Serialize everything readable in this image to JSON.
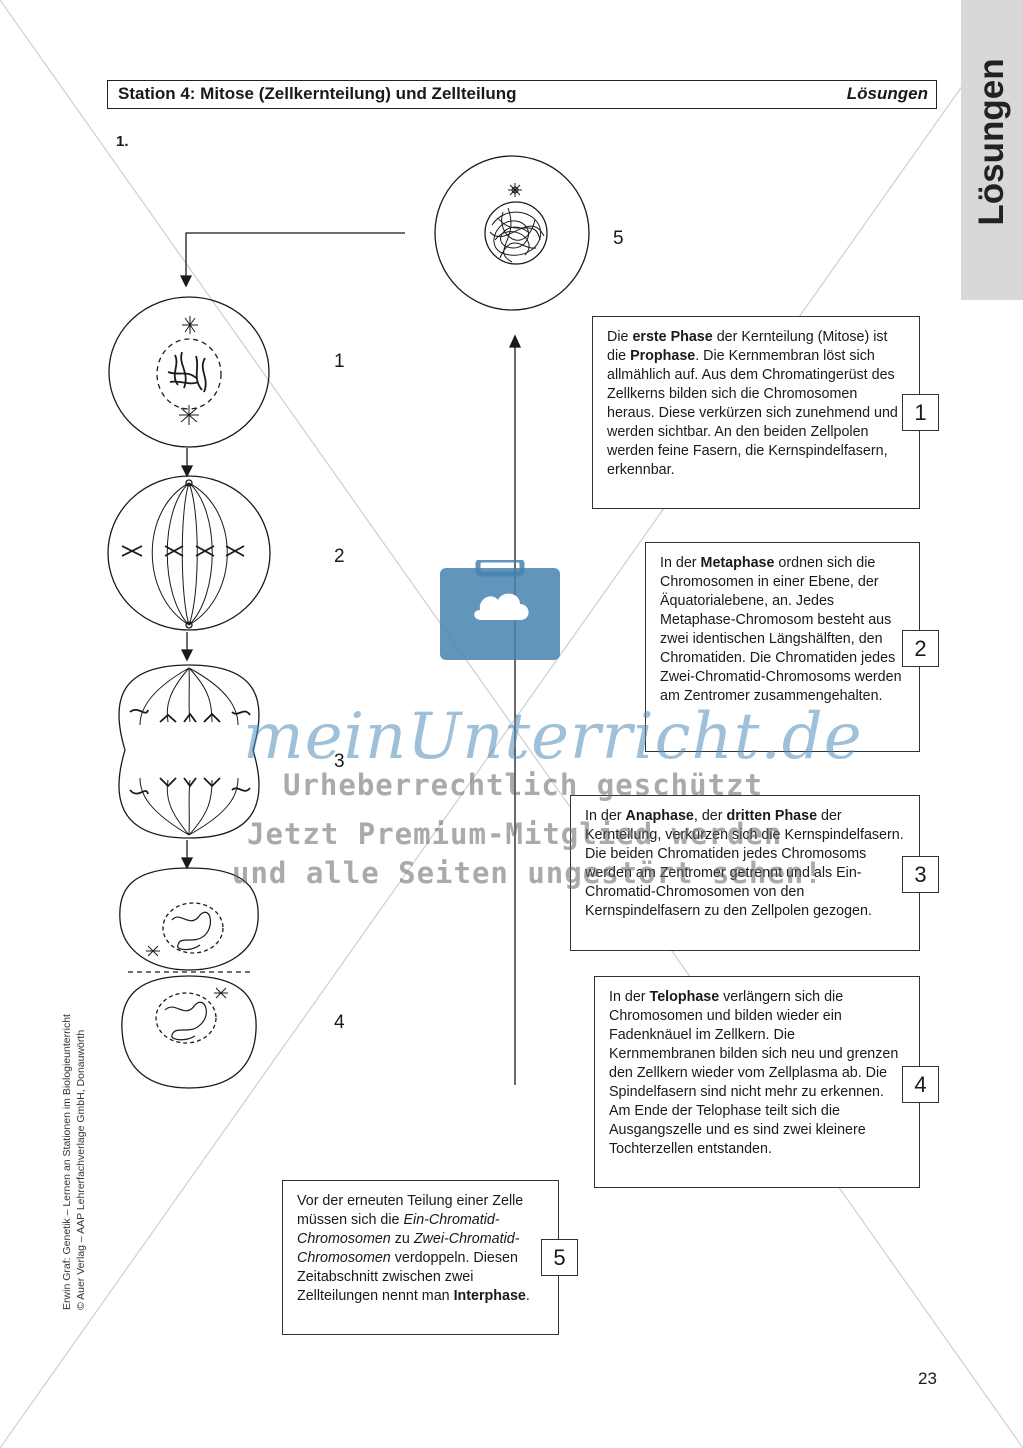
{
  "tab": {
    "label": "Lösungen"
  },
  "header": {
    "title": "Station 4: Mitose (Zellkernteilung) und Zellteilung",
    "right_label": "Lösungen"
  },
  "task_number": "1.",
  "stages": [
    {
      "label": "5"
    },
    {
      "label": "1"
    },
    {
      "label": "2"
    },
    {
      "label": "3"
    },
    {
      "label": "4"
    }
  ],
  "boxes": [
    {
      "number": "1",
      "parts": [
        {
          "t": "Die ",
          "b": false
        },
        {
          "t": "erste Phase",
          "b": true
        },
        {
          "t": " der Kernteilung (Mitose) ist die ",
          "b": false
        },
        {
          "t": "Prophase",
          "b": true
        },
        {
          "t": ". Die Kernmembran löst sich allmählich auf. Aus dem Chromatingerüst des Zellkerns bilden sich die Chromosomen heraus. Diese verkürzen sich zunehmend und werden sichtbar. An den beiden Zellpolen werden feine Fasern, die Kernspindelfasern, erkennbar.",
          "b": false
        }
      ]
    },
    {
      "number": "2",
      "parts": [
        {
          "t": "In der ",
          "b": false
        },
        {
          "t": "Metaphase",
          "b": true
        },
        {
          "t": " ordnen sich die Chromosomen in einer Ebene, der Äquatorialebene, an. Jedes Metaphase-Chromo­som besteht aus zwei identi­schen Längshälften, den Chromatiden. Die Chromatiden jedes Zwei-Chromatid-Chromosoms werden am Zentromer zusammengehalten.",
          "b": false
        }
      ]
    },
    {
      "number": "3",
      "parts": [
        {
          "t": "In der ",
          "b": false
        },
        {
          "t": "Anaphase",
          "b": true
        },
        {
          "t": ", der ",
          "b": false
        },
        {
          "t": "dritten Phase",
          "b": true
        },
        {
          "t": " der Kernteilung, verkürzen sich die Kern­spindelfasern. Die beiden Chromatiden jedes Chromosoms werden am Zentromer getrennt und als Ein-Chromatid-Chromo­somen von den Kernspindelfasern zu den Zellpolen gezogen.",
          "b": false
        }
      ]
    },
    {
      "number": "4",
      "parts": [
        {
          "t": "In der ",
          "b": false
        },
        {
          "t": "Telophase",
          "b": true
        },
        {
          "t": " verlängern sich die Chromosomen und bilden wieder ein Fadenknäuel im Zellkern. Die Kernmembranen bilden sich neu und grenzen den Zellkern wieder vom Zellplasma ab. Die Spindelfasern sind nicht mehr zu erkennen. Am Ende der Telophase teilt sich die Ausgangszelle und es sind zwei kleinere Tochterzellen entstanden.",
          "b": false
        }
      ]
    },
    {
      "number": "5",
      "parts": [
        {
          "t": "Vor der erneuten Teilung einer Zelle müssen sich die ",
          "b": false
        },
        {
          "t": "Ein-Chro­matid-Chromosomen",
          "i": true
        },
        {
          "t": " zu ",
          "b": false
        },
        {
          "t": "Zwei-Chromatid-Chromosomen",
          "i": true
        },
        {
          "t": " ver­doppeln. Diesen Zeitabschnitt zwischen zwei Zellteilungen nennt man ",
          "b": false
        },
        {
          "t": "Interphase",
          "b": true
        },
        {
          "t": ".",
          "b": false
        }
      ]
    }
  ],
  "watermark": {
    "brand": "meinUnterricht.de",
    "line1": "Urheberrechtlich geschützt",
    "line2": "Jetzt Premium-Mitglied werden",
    "line3": "und alle Seiten ungestört sehen!"
  },
  "sidenote": {
    "line1": "Erwin Graf: Genetik – Lernen an Stationen im Biologieunterricht",
    "line2": "© Auer Verlag – AAP Lehrerfachverlage GmbH, Donauwörth"
  },
  "page_number": "23"
}
